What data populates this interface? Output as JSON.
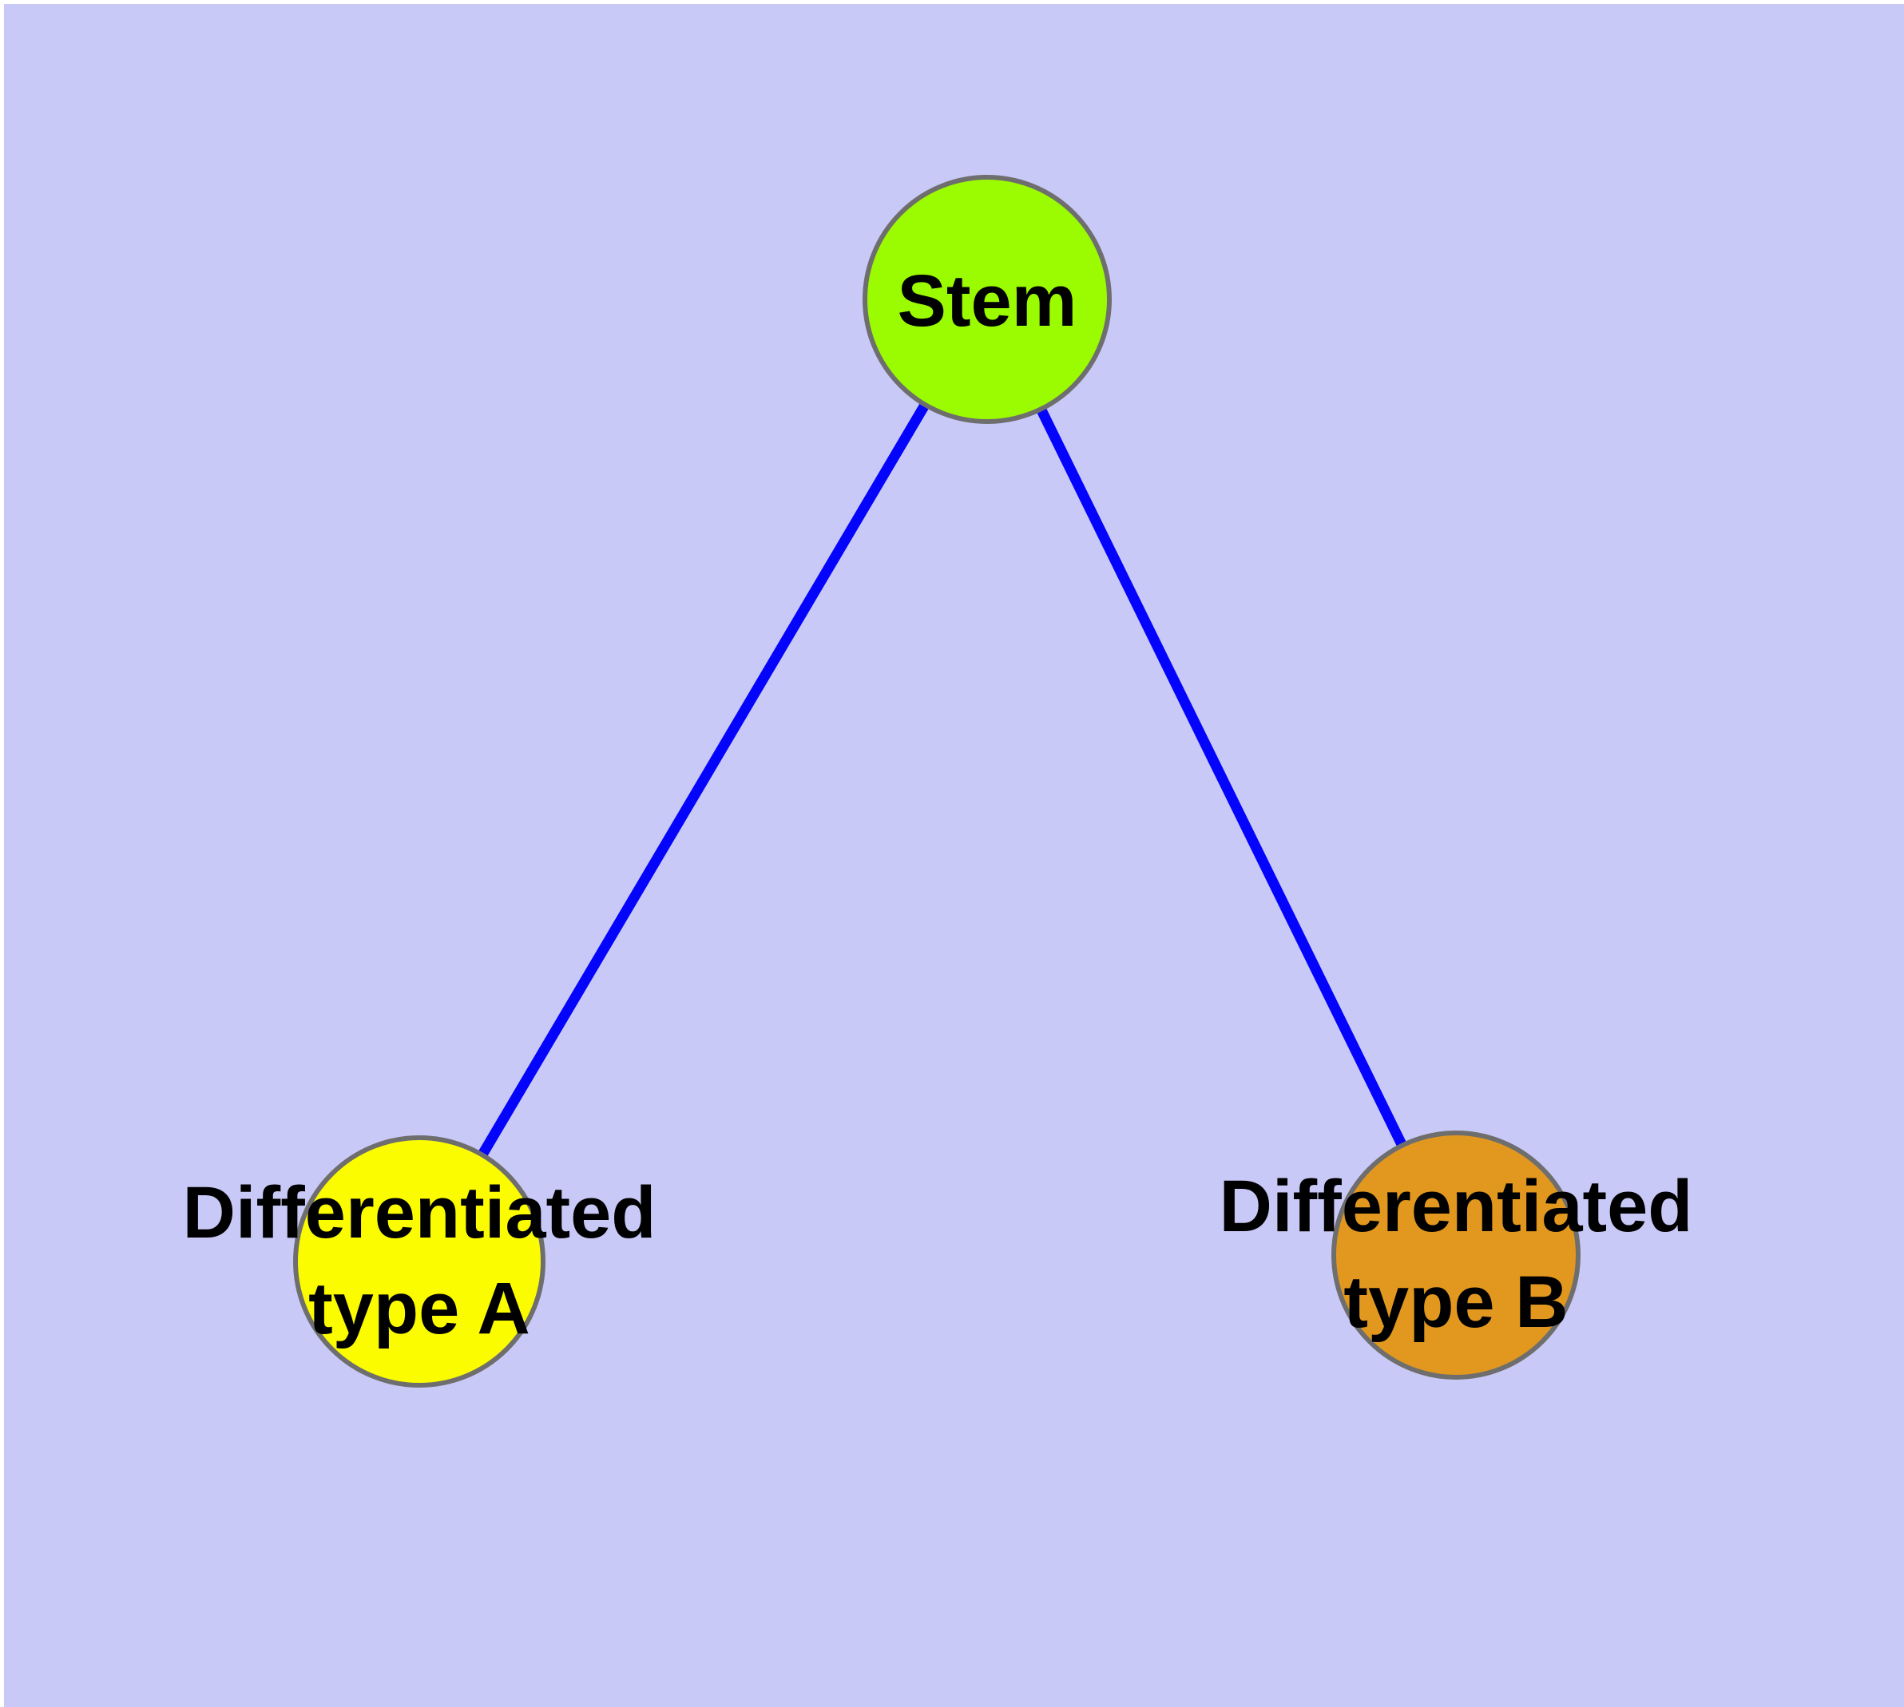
{
  "diagram": {
    "type": "node-link-graph",
    "background_color": "#C9C9F7",
    "margin_color": "#FFFFFF",
    "edge_color": "#0404FC",
    "node_border_color": "#6E6E6E",
    "label_color": "#000000",
    "nodes": [
      {
        "id": "stem",
        "label": "Stem",
        "label_lines": [
          "Stem"
        ],
        "color": "#9BFB00"
      },
      {
        "id": "differentiated-type-a",
        "label": "Differentiated type A",
        "label_lines": [
          "Differentiated",
          "type A"
        ],
        "color": "#FCFC00"
      },
      {
        "id": "differentiated-type-b",
        "label": "Differentiated type B",
        "label_lines": [
          "Differentiated",
          "type B"
        ],
        "color": "#E2981F"
      }
    ],
    "edges": [
      {
        "from": "Stem",
        "to": "Differentiated type A"
      },
      {
        "from": "Stem",
        "to": "Differentiated type B"
      }
    ]
  }
}
